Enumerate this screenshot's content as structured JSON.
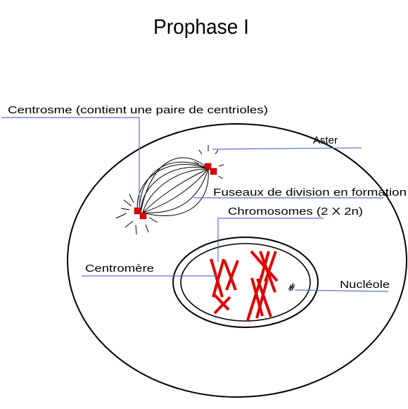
{
  "title": "Prophase I",
  "labels": {
    "centrosome": "Centrosme (contient une paire de centrioles)",
    "aster": "Aster",
    "spindle": "Fuseaux de division en formation",
    "chromosomes": "Chromosomes (2 X 2n)",
    "centromere": "Centromère",
    "nucleolus": "Nucléole"
  },
  "colors": {
    "leader_line": "#5b6fd6",
    "chromosome": "#e00000",
    "outline": "#000000"
  }
}
